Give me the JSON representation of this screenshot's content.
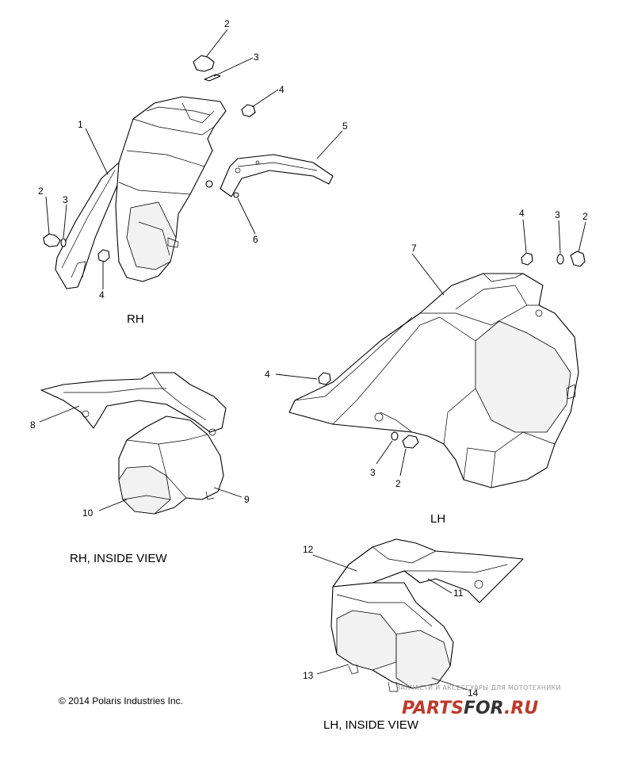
{
  "diagram": {
    "view_labels": {
      "rh": "RH",
      "lh": "LH",
      "rh_inside": "RH, INSIDE VIEW",
      "lh_inside": "LH, INSIDE VIEW"
    },
    "copyright": "© 2014 Polaris Industries Inc.",
    "callouts": {
      "rh": [
        "2",
        "3",
        "4",
        "5",
        "1",
        "2",
        "3",
        "6",
        "4"
      ],
      "lh": [
        "4",
        "3",
        "2",
        "7",
        "4",
        "3",
        "2"
      ],
      "rh_inside": [
        "8",
        "9",
        "10"
      ],
      "lh_inside": [
        "12",
        "11",
        "13",
        "14"
      ]
    }
  },
  "watermark": {
    "tagline": "ЗАПЧАСТИ И АКСЕССУАРЫ ДЛЯ МОТОТЕХНИКИ",
    "brand_part1": "PARTS",
    "brand_part2": "FOR",
    "brand_part3": ".RU"
  }
}
